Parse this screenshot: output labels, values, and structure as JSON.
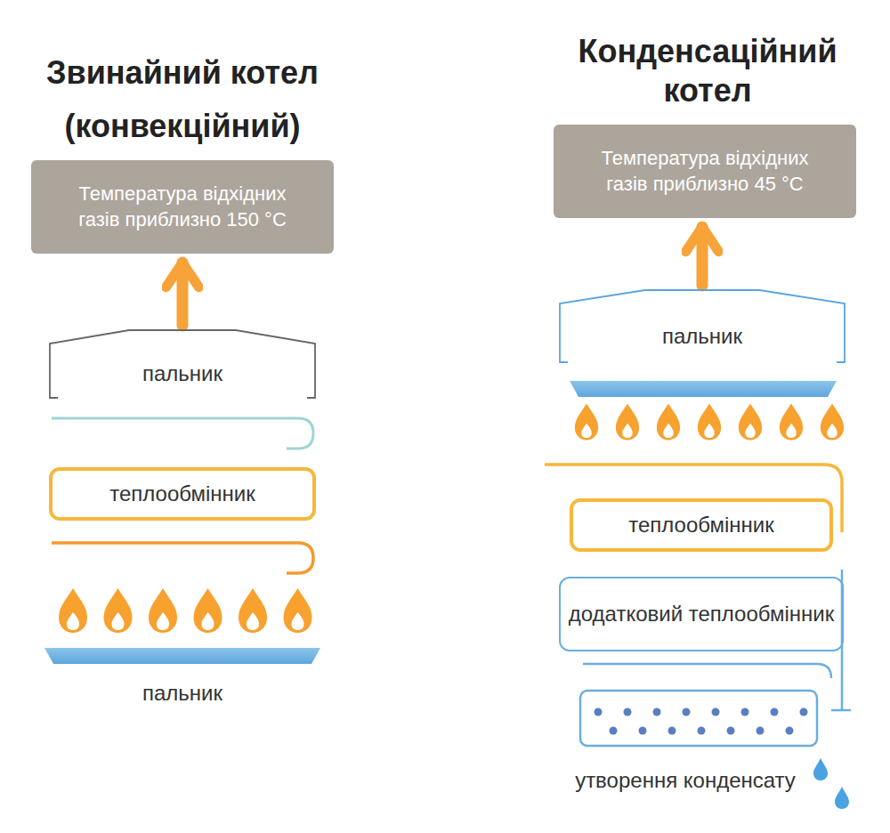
{
  "diagram": {
    "nodes": [
      {
        "text": [
          "Температура відхідних газів приблизно 150 °C"
        ]
      },
      {
        "text": [
          "пальник"
        ]
      },
      {
        "text": [
          "теплообмінник"
        ]
      },
      {
        "text": [
          "пальник"
        ]
      },
      {
        "text": [
          "Температура відхідних газів приблизно 45 °C"
        ]
      },
      {
        "text": [
          "пальник"
        ]
      },
      {
        "text": [
          "теплообмінник"
        ]
      },
      {
        "text": [
          "додатковий теплообмінник"
        ]
      },
      {
        "text": [
          "утворення конденсату"
        ]
      }
    ],
    "edges": [
      {
        "from": 1,
        "to": 0,
        "arrow": "to"
      },
      {
        "from": 5,
        "to": 4,
        "arrow": "to"
      }
    ],
    "labels": [
      "Звинайний котел (конвекційний)",
      "Конденсаційний котел"
    ]
  }
}
